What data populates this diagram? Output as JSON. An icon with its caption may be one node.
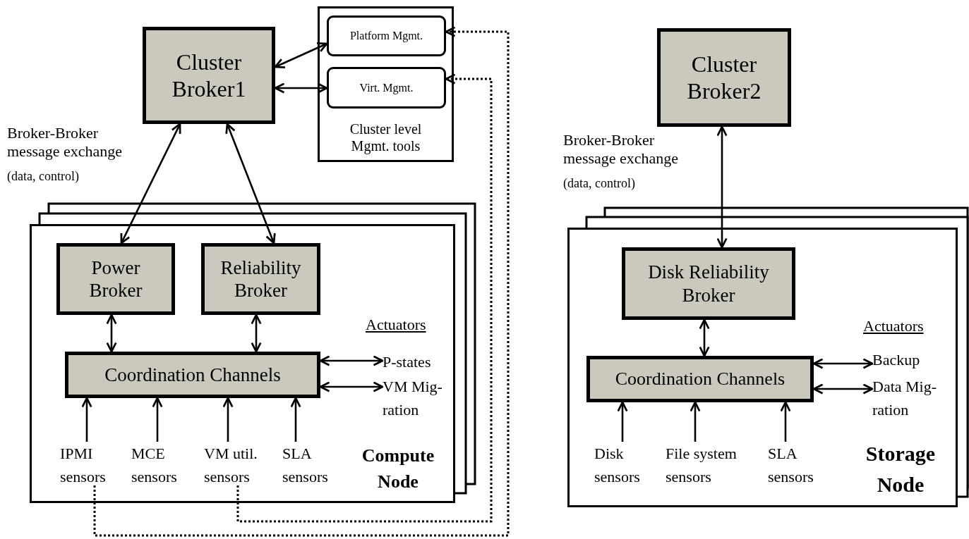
{
  "diagram": {
    "nodes": [
      {
        "text": [
          "Cluster Broker1"
        ]
      },
      {
        "text": [
          "Cluster level Mgmt. tools"
        ]
      },
      {
        "text": [
          "Platform Mgmt."
        ],
        "in": 1
      },
      {
        "text": [
          "Virt. Mgmt."
        ],
        "in": 1
      },
      {
        "text": [
          "Compute Node"
        ]
      },
      {
        "text": [
          "Power Broker"
        ],
        "in": 4
      },
      {
        "text": [
          "Reliability Broker"
        ],
        "in": 4
      },
      {
        "text": [
          "Coordination Channels"
        ],
        "in": 4
      },
      {
        "text": [
          "P-states"
        ],
        "in": 4
      },
      {
        "text": [
          "VM Mig- ration"
        ],
        "in": 4
      },
      {
        "text": [
          "IPMI sensors"
        ],
        "in": 4
      },
      {
        "text": [
          "MCE sensors"
        ],
        "in": 4
      },
      {
        "text": [
          "VM util. sensors"
        ],
        "in": 4
      },
      {
        "text": [
          "SLA sensors"
        ],
        "in": 4
      },
      {
        "text": [
          "Cluster Broker2"
        ]
      },
      {
        "text": [
          "Storage Node"
        ]
      },
      {
        "text": [
          "Disk Reliability Broker"
        ],
        "in": 15
      },
      {
        "text": [
          "Coordination Channels"
        ],
        "in": 15
      },
      {
        "text": [
          "Backup"
        ],
        "in": 15
      },
      {
        "text": [
          "Data Mig- ration"
        ],
        "in": 15
      },
      {
        "text": [
          "Disk sensors"
        ],
        "in": 15
      },
      {
        "text": [
          "File system sensors"
        ],
        "in": 15
      },
      {
        "text": [
          "SLA sensors"
        ],
        "in": 15
      }
    ],
    "edges": [
      {
        "from": 0,
        "to": 2,
        "arrow": "both"
      },
      {
        "from": 0,
        "to": 3,
        "arrow": "both"
      },
      {
        "from": 0,
        "to": 5,
        "arrow": "both"
      },
      {
        "from": 0,
        "to": 6,
        "arrow": "both"
      },
      {
        "from": 5,
        "to": 7,
        "arrow": "both"
      },
      {
        "from": 6,
        "to": 7,
        "arrow": "both"
      },
      {
        "from": 7,
        "to": 8,
        "arrow": "both"
      },
      {
        "from": 7,
        "to": 9,
        "arrow": "both"
      },
      {
        "from": 10,
        "to": 7,
        "arrow": "to"
      },
      {
        "from": 11,
        "to": 7,
        "arrow": "to"
      },
      {
        "from": 12,
        "to": 7,
        "arrow": "to"
      },
      {
        "from": 13,
        "to": 7,
        "arrow": "to"
      },
      {
        "from": 10,
        "to": 2,
        "arrow": "to",
        "style": "dashed"
      },
      {
        "from": 12,
        "to": 3,
        "arrow": "to",
        "style": "dashed"
      },
      {
        "from": 14,
        "to": 16,
        "arrow": "both"
      },
      {
        "from": 16,
        "to": 17,
        "arrow": "both"
      },
      {
        "from": 17,
        "to": 18,
        "arrow": "both"
      },
      {
        "from": 17,
        "to": 19,
        "arrow": "both"
      },
      {
        "from": 20,
        "to": 17,
        "arrow": "to"
      },
      {
        "from": 21,
        "to": 17,
        "arrow": "to"
      },
      {
        "from": 22,
        "to": 17,
        "arrow": "to"
      }
    ],
    "labels": [
      "Broker-Broker message exchange",
      "(data, control)",
      "Actuators",
      "Broker-Broker message exchange",
      "(data, control)",
      "Actuators"
    ]
  }
}
